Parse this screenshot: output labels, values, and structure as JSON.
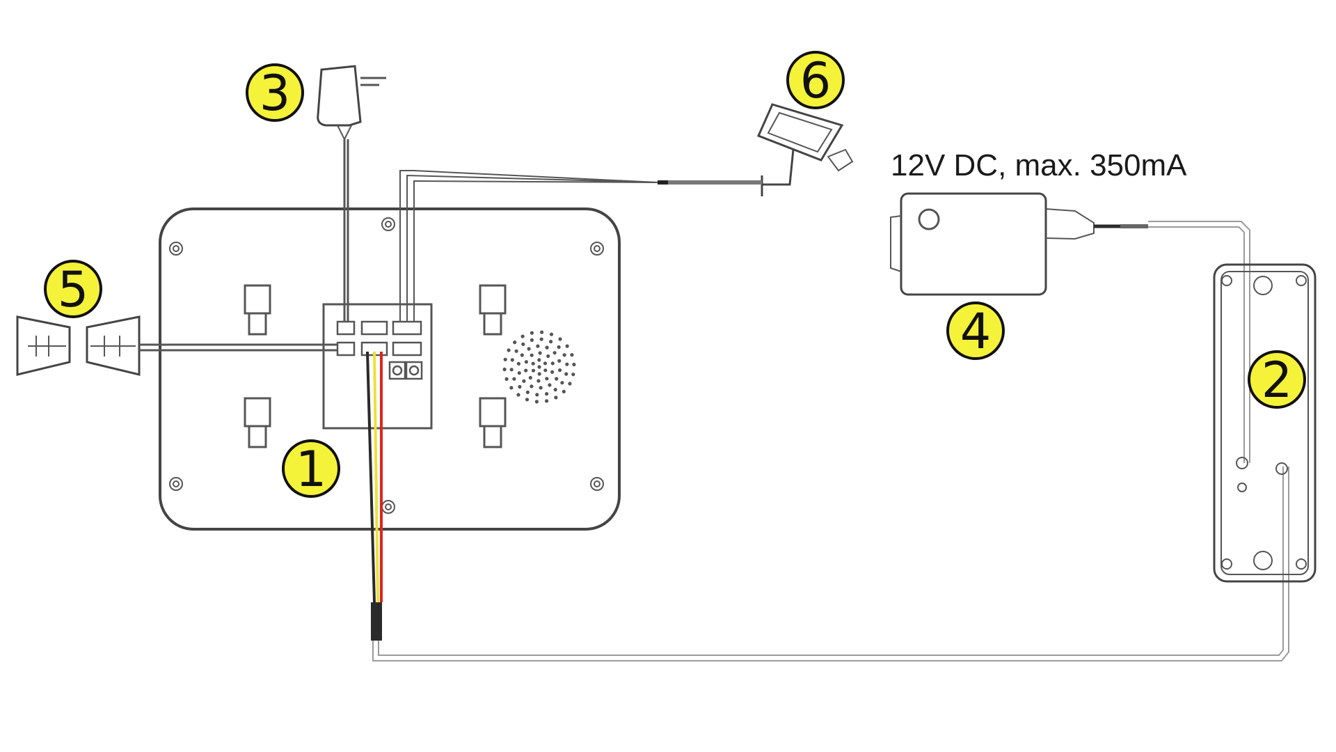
{
  "colors": {
    "callout_fill": "#f5f23a",
    "line": "#444444",
    "cable_red": "#e0241b",
    "cable_yellow": "#e9e23a",
    "cable_black": "#2a2a2a"
  },
  "callouts": {
    "monitor": "1",
    "door_station": "2",
    "power_adapter": "3",
    "lock_power_supply": "4",
    "horn": "5",
    "camera": "6"
  },
  "power_spec": "12V DC, max. 350mA",
  "icons": {
    "monitor": "monitor-back-panel-icon",
    "door_station": "door-station-icon",
    "power_adapter": "power-adapter-icon",
    "lock_power_supply": "power-supply-box-icon",
    "horn": "horn-speaker-icon",
    "camera": "cctv-camera-icon"
  }
}
